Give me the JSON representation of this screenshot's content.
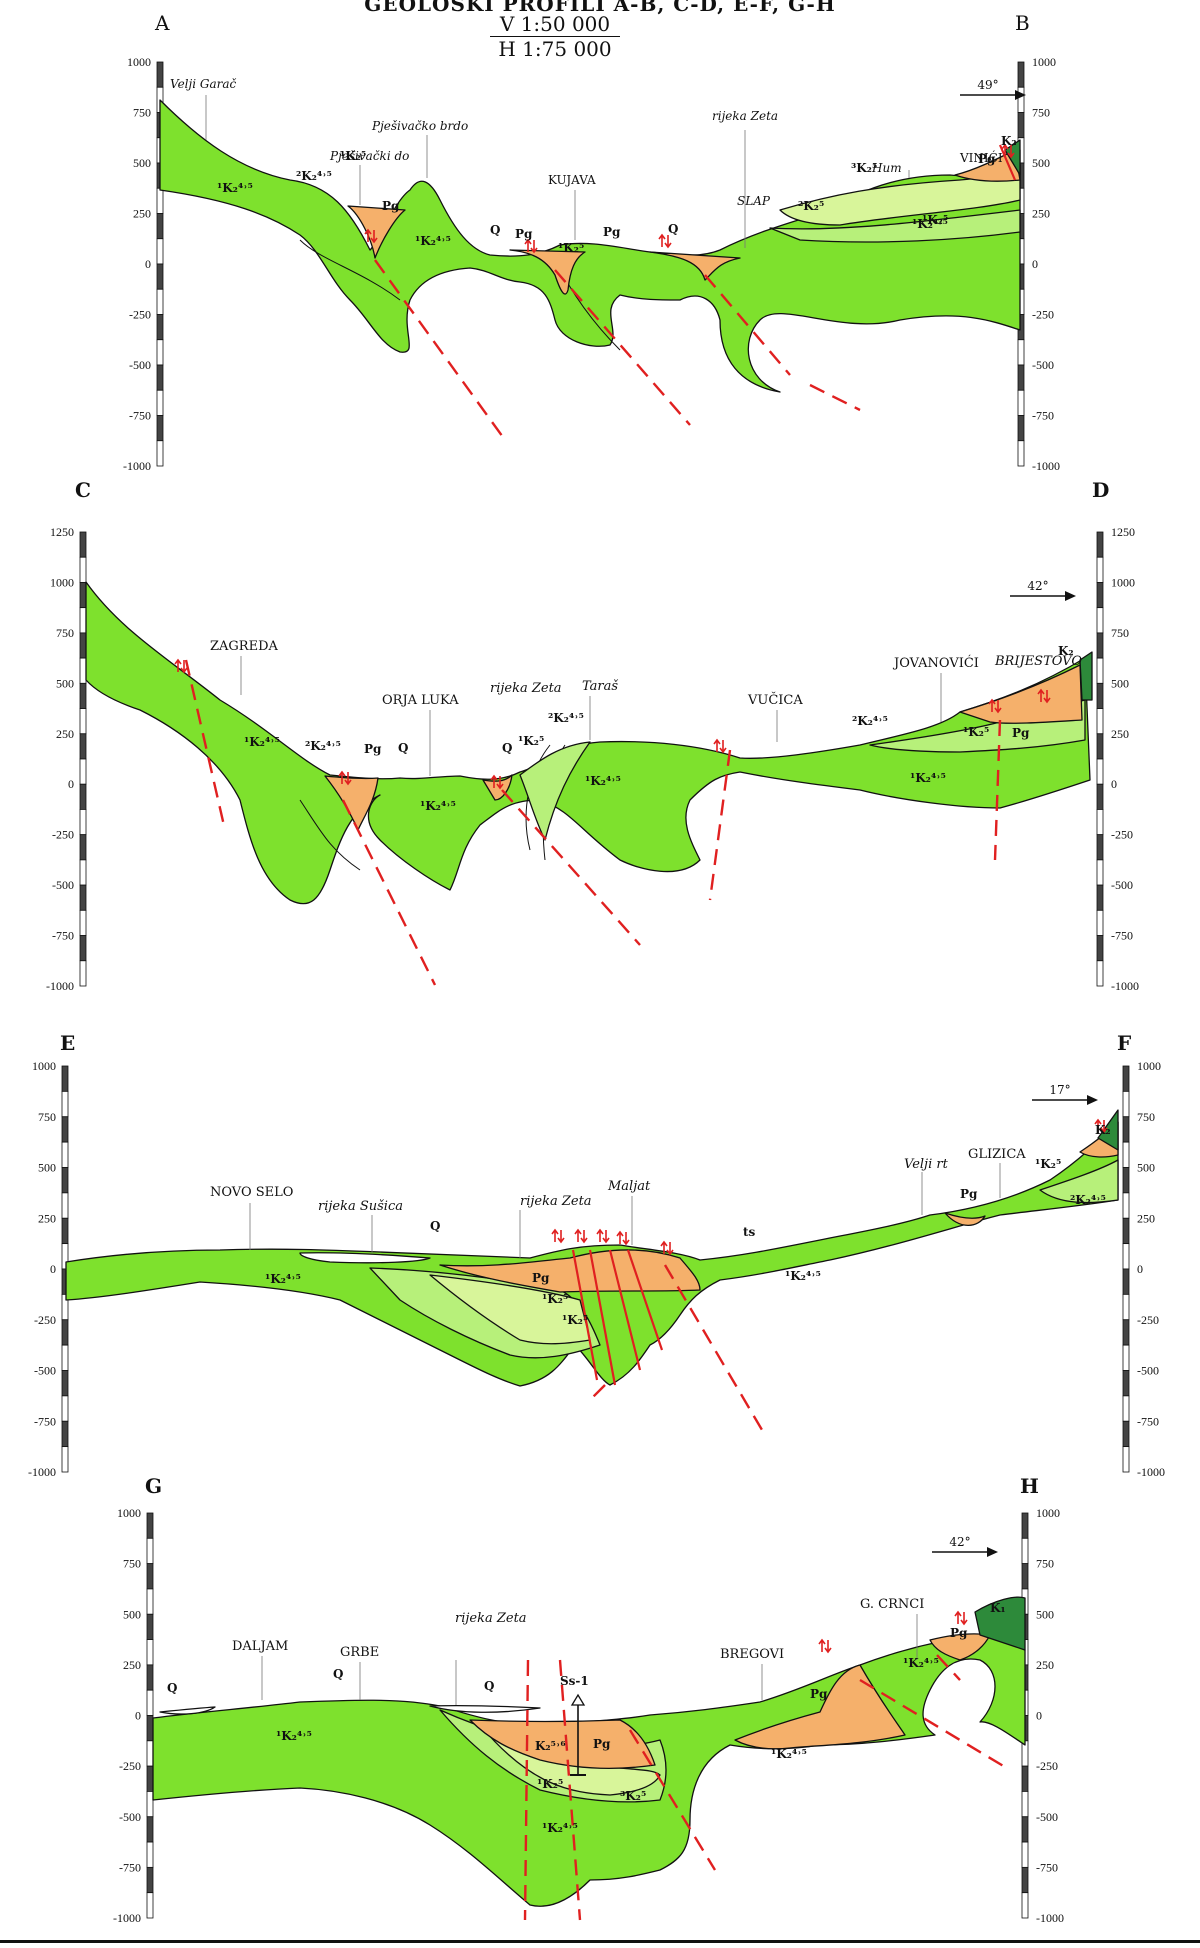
{
  "header": {
    "title": "GEOLOŠKI PROFILI A-B, C-D, E-F, G-H",
    "scale_vertical": "V 1:50 000",
    "scale_horizontal": "H 1:75 000"
  },
  "colors": {
    "K2_45": "#7ee12d",
    "K2_5_light": "#b7f07a",
    "K2_5_pale": "#d8f59a",
    "Pg": "#f5b06b",
    "K1": "#2d8a3a",
    "Q": "#ffffff",
    "fault": "#e02020",
    "outline": "#111111"
  },
  "profiles": [
    {
      "id": "AB",
      "start_label": "A",
      "end_label": "B",
      "axis_ticks": [
        "1000",
        "750",
        "500",
        "250",
        "0",
        "-250",
        "-500",
        "-750",
        "-1000"
      ],
      "direction_angle": "49°",
      "places": [
        "Velji Garač",
        "Pješivački do",
        "Pješivačko brdo",
        "KUJAVA",
        "rijeka Zeta",
        "SLAP",
        "Hum",
        "VINIĆI"
      ],
      "units": [
        "¹K₂⁴˒⁵",
        "²K₂⁴˒⁵",
        "¹K₂⁵",
        "Pg",
        "¹K₂⁴˒⁵",
        "Q",
        "Pg",
        "¹K₂⁵",
        "Pg",
        "Q",
        "²K₂⁵",
        "¹K₂⁴˒⁵",
        "³K₂⁵",
        "¹K₂⁵",
        "Pg",
        "K₂"
      ]
    },
    {
      "id": "CD",
      "start_label": "C",
      "end_label": "D",
      "axis_ticks": [
        "1250",
        "1000",
        "750",
        "500",
        "250",
        "0",
        "-250",
        "-500",
        "-750",
        "-1000"
      ],
      "direction_angle": "42°",
      "places": [
        "ZAGREDA",
        "ORJA LUKA",
        "rijeka Zeta",
        "Taraš",
        "VUČICA",
        "JOVANOVIĆI",
        "BRIJESTOVO"
      ],
      "units": [
        "¹K₂⁴˒⁵",
        "²K₂⁴˒⁵",
        "Pg",
        "Q",
        "¹K₂⁴˒⁵",
        "Q",
        "¹K₂⁵",
        "²K₂⁴˒⁵",
        "¹K₂⁴˒⁵",
        "²K₂⁴˒⁵",
        "¹K₂⁵",
        "¹K₂⁴˒⁵",
        "Pg",
        "K₂"
      ]
    },
    {
      "id": "EF",
      "start_label": "E",
      "end_label": "F",
      "axis_ticks": [
        "1000",
        "750",
        "500",
        "250",
        "0",
        "-250",
        "-500",
        "-750",
        "-1000"
      ],
      "direction_angle": "17°",
      "places": [
        "NOVO SELO",
        "rijeka Sušica",
        "rijeka Zeta",
        "Maljat",
        "Velji rt",
        "GLIZICA"
      ],
      "units": [
        "Q",
        "¹K₂⁴˒⁵",
        "Pg",
        "¹K₂⁵",
        "¹K₂⁵",
        "ts",
        "¹K₂⁴˒⁵",
        "Pg",
        "¹K₂⁵",
        "²K₂⁴˒⁵",
        "K₂"
      ]
    },
    {
      "id": "GH",
      "start_label": "G",
      "end_label": "H",
      "axis_ticks": [
        "1000",
        "750",
        "500",
        "250",
        "0",
        "-250",
        "-500",
        "-750",
        "-1000"
      ],
      "direction_angle": "42°",
      "places": [
        "DALJAM",
        "GRBE",
        "rijeka Zeta",
        "BREGOVI",
        "G. CRNCI"
      ],
      "units": [
        "Q",
        "Q",
        "Q",
        "¹K₂⁴˒⁵",
        "Ss-1",
        "K₂⁵˒⁶",
        "Pg",
        "¹K₂⁵",
        "³K₂⁵",
        "¹K₂⁴˒⁵",
        "Pg",
        "¹K₂⁴˒⁵",
        "¹K₂⁴˒⁵",
        "Pg",
        "K₁"
      ]
    }
  ]
}
